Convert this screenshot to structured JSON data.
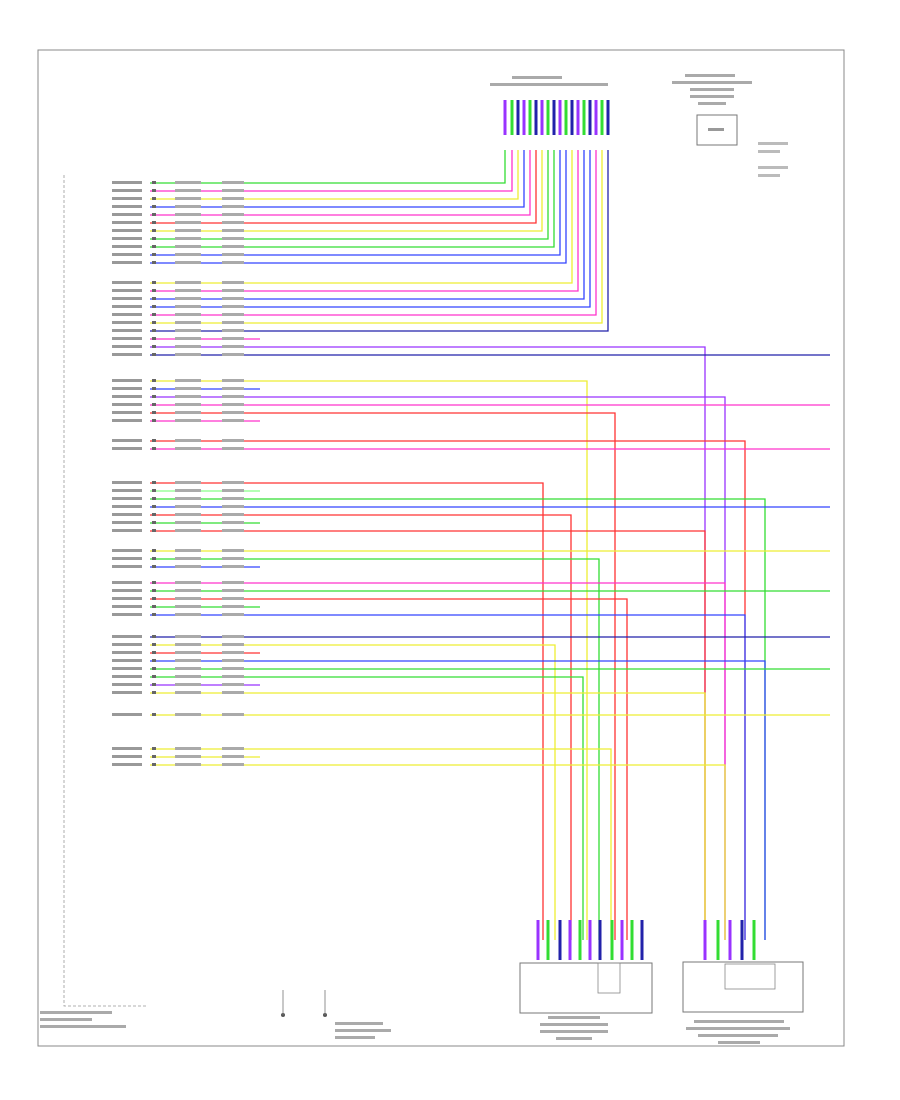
{
  "diagram": {
    "footer_id": "",
    "connectors": {
      "top_center": {
        "label": ""
      },
      "top_right": {
        "label": "",
        "module_text": ""
      },
      "bottom_center": {
        "label": ""
      },
      "bottom_right": {
        "label": ""
      },
      "left_module": {
        "label": ""
      },
      "ground_point": {
        "label": ""
      }
    },
    "wire_colors": {
      "green": "#33dd33",
      "blue": "#3344ff",
      "magenta": "#ff33cc",
      "yellow": "#eeee33",
      "red": "#ff3333",
      "purple": "#9933ff",
      "navy": "#2222aa",
      "lightgreen": "#88ff88"
    },
    "wires": [
      {
        "color": "green"
      },
      {
        "color": "magenta"
      },
      {
        "color": "yellow"
      },
      {
        "color": "blue"
      },
      {
        "color": "magenta"
      },
      {
        "color": "red"
      },
      {
        "color": "yellow"
      },
      {
        "color": "green"
      },
      {
        "color": "green"
      },
      {
        "color": "blue"
      },
      {
        "color": "blue"
      },
      {
        "color": "yellow"
      },
      {
        "color": "magenta"
      },
      {
        "color": "blue"
      },
      {
        "color": "blue"
      },
      {
        "color": "magenta"
      },
      {
        "color": "yellow"
      },
      {
        "color": "navy"
      },
      {
        "color": "magenta"
      },
      {
        "color": "purple"
      },
      {
        "color": "navy"
      },
      {
        "color": "yellow"
      },
      {
        "color": "blue"
      },
      {
        "color": "purple"
      },
      {
        "color": "magenta"
      },
      {
        "color": "red"
      },
      {
        "color": "magenta"
      },
      {
        "color": "red"
      },
      {
        "color": "magenta"
      },
      {
        "color": "red"
      },
      {
        "color": "lightgreen"
      },
      {
        "color": "green"
      },
      {
        "color": "blue"
      },
      {
        "color": "red"
      },
      {
        "color": "green"
      },
      {
        "color": "red"
      },
      {
        "color": "yellow"
      },
      {
        "color": "green"
      },
      {
        "color": "blue"
      },
      {
        "color": "magenta"
      },
      {
        "color": "green"
      },
      {
        "color": "red"
      },
      {
        "color": "green"
      },
      {
        "color": "blue"
      },
      {
        "color": "navy"
      },
      {
        "color": "yellow"
      },
      {
        "color": "red"
      },
      {
        "color": "blue"
      },
      {
        "color": "green"
      },
      {
        "color": "green"
      },
      {
        "color": "purple"
      },
      {
        "color": "yellow"
      },
      {
        "color": "yellow"
      },
      {
        "color": "yellow"
      },
      {
        "color": "yellow"
      },
      {
        "color": "yellow"
      }
    ]
  }
}
